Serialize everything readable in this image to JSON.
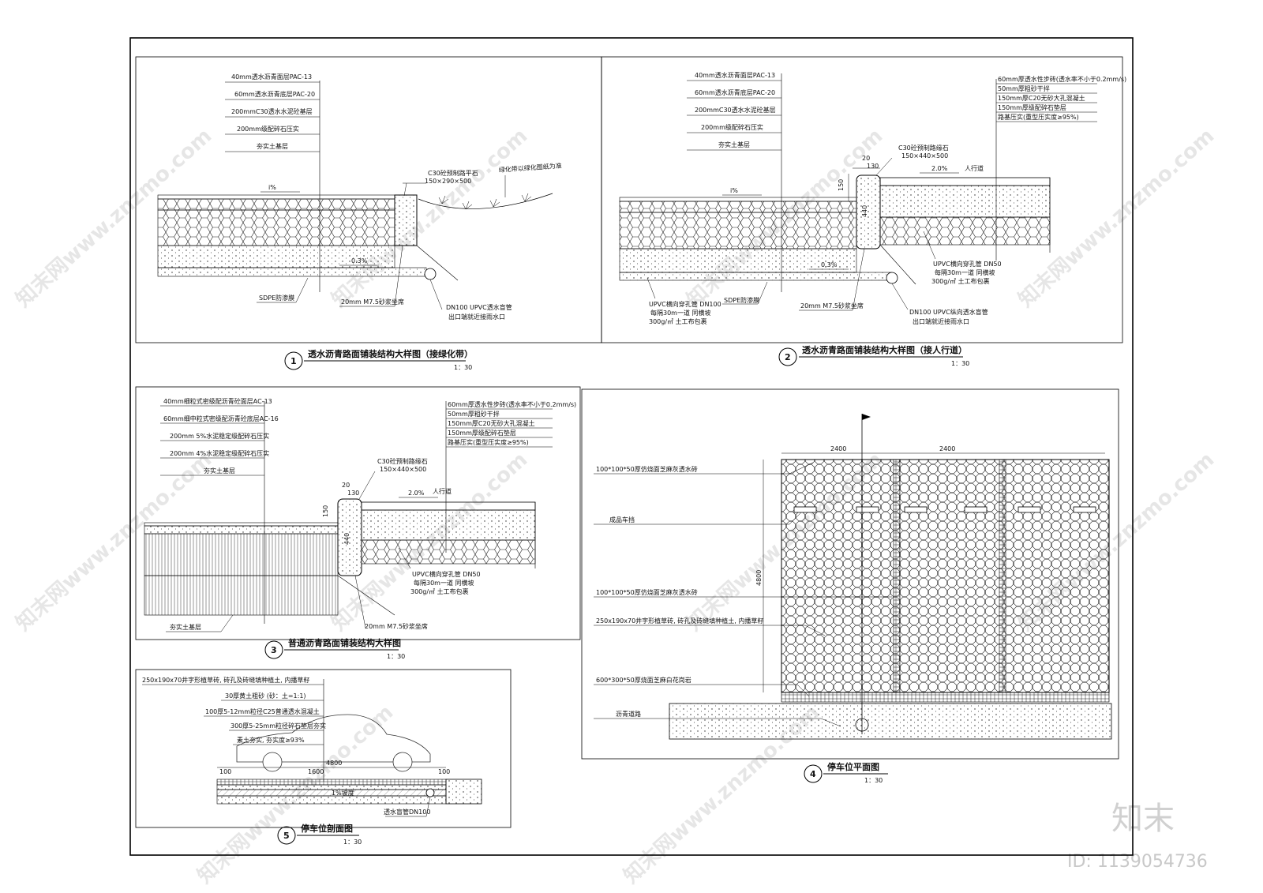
{
  "watermark": {
    "site": "知末网www.znzmo.com",
    "brand": "知末",
    "id": "ID: 1139054736"
  },
  "detail1": {
    "number": "1",
    "title": "透水沥青路面铺装结构大样图（接绿化带）",
    "scale": "1：30",
    "layers": [
      "40mm透水沥青面层PAC-13",
      "60mm透水沥青底层PAC-20",
      "200mmC30透水水泥砼基层",
      "200mm级配碎石压实",
      "夯实土基层"
    ],
    "slope_top": "i%",
    "slope_bottom": "0.3%",
    "curb": "C30砼预制路平石",
    "curb_size": "150×290×500",
    "green_note": "绿化带以绿化图纸为准",
    "membrane": "SDPE防渗膜",
    "mortar": "20mm M7.5砂浆坐席",
    "pipe": "DN100 UPVC透水盲管",
    "pipe_note": "出口端就近接雨水口"
  },
  "detail2": {
    "number": "2",
    "title": "透水沥青路面铺装结构大样图（接人行道）",
    "scale": "1：30",
    "layers": [
      "40mm透水沥青面层PAC-13",
      "60mm透水沥青底层PAC-20",
      "200mmC30透水水泥砼基层",
      "200mm级配碎石压实",
      "夯实土基层"
    ],
    "walk_layers": [
      "60mm厚透水性步砖(透水率不小于0.2mm/s)",
      "50mm厚粗砂干拌",
      "150mm厚C20无砂大孔混凝土",
      "150mm厚级配碎石垫层",
      "路基压实(重型压实度≥95%)"
    ],
    "curb": "C30砼预制路缘石",
    "curb_size": "150×440×500",
    "dim_20": "20",
    "dim_130": "130",
    "dim_150": "150",
    "dim_440": "440",
    "slope_walk": "2.0%",
    "walkway": "人行道",
    "slope_top": "i%",
    "slope_bottom": "0.3%",
    "pipe50": "UPVC横向穿孔管 DN50",
    "pipe50_a": "每隔30m一道  同横坡",
    "pipe50_b": "300g/㎡ 土工布包裹",
    "pipe100": "UPVC横向穿孔管 DN100",
    "pipe100_a": "每隔30m一道  同横坡",
    "pipe100_b": "300g/㎡ 土工布包裹",
    "membrane": "SDPE防渗膜",
    "mortar": "20mm M7.5砂浆坐席",
    "drain": "DN100 UPVC纵向透水盲管",
    "drain_note": "出口端就近接雨水口"
  },
  "detail3": {
    "number": "3",
    "title": "普通沥青路面铺装结构大样图",
    "scale": "1：30",
    "layers": [
      "40mm细粒式密级配沥青砼面层AC-13",
      "60mm细中粒式密级配沥青砼底层AC-16",
      "200mm 5%水泥稳定级配碎石压实",
      "200mm 4%水泥稳定级配碎石压实",
      "夯实土基层"
    ],
    "walk_layers": [
      "60mm厚透水性步砖(透水率不小于0.2mm/s)",
      "50mm厚粗砂干拌",
      "150mm厚C20无砂大孔混凝土",
      "150mm厚级配碎石垫层",
      "路基压实(重型压实度≥95%)"
    ],
    "curb": "C30砼预制路缘石",
    "curb_size": "150×440×500",
    "dim_20": "20",
    "dim_130": "130",
    "dim_150": "150",
    "dim_440": "440",
    "slope_walk": "2.0%",
    "walkway": "人行道",
    "pipe": "UPVC横向穿孔管 DN50",
    "pipe_a": "每隔30m一道  同横坡",
    "pipe_b": "300g/㎡ 土工布包裹",
    "mortar": "20mm M7.5砂浆坐席",
    "base": "夯实土基层"
  },
  "detail4": {
    "number": "4",
    "title": "停车位平面图",
    "scale": "1：30",
    "dim_w1": "2400",
    "dim_w2": "2400",
    "dim_h": "4800",
    "notes": [
      "100*100*50厚仿烧面芝麻灰透水砖",
      "成品车挡",
      "100*100*50厚仿烧面芝麻灰透水砖",
      "250x190x70井字形植草砖, 砖孔及砖缝填种植土, 内播草籽",
      "600*300*50厚烧面芝麻白花岗岩",
      "沥青道路"
    ]
  },
  "detail5": {
    "number": "5",
    "title": "停车位剖面图",
    "scale": "1：30",
    "layers": [
      "250x190x70井字形植草砖, 砖孔及砖缝填种植土, 内播草籽",
      "30厚黄土粗砂 (砂：土=1:1)",
      "100厚5-12mm粒径C25普通透水混凝土",
      "300厚5-25mm粒径碎石垫层夯实",
      "素土夯实, 夯实度≥93%"
    ],
    "dim_total": "4800",
    "dim_100a": "100",
    "dim_1600": "1600",
    "dim_100b": "100",
    "dim_slope": "1%坡度",
    "pipe": "透水盲管DN100"
  }
}
